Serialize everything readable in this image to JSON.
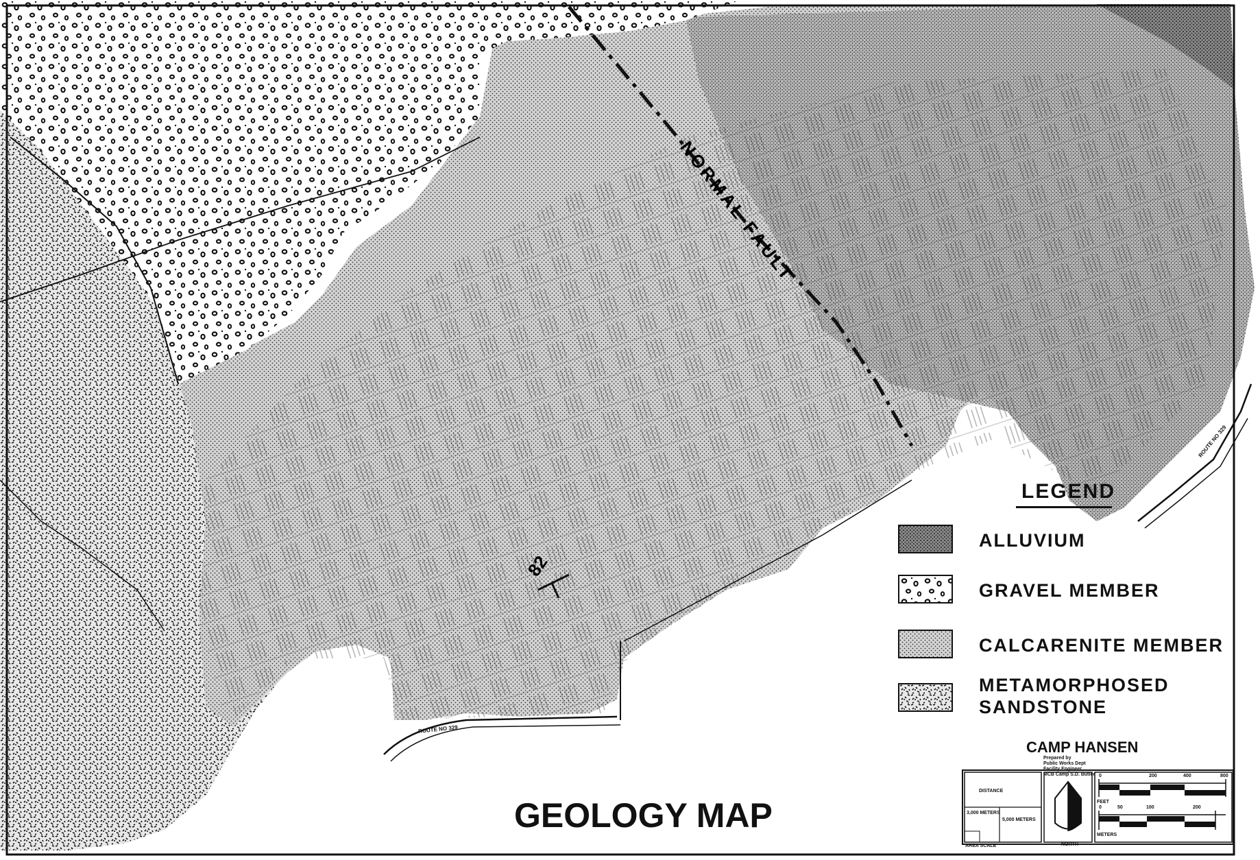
{
  "map": {
    "title": "GEOLOGY MAP",
    "fault_label": "NORMAL FAULT",
    "dip_value": "82"
  },
  "legend": {
    "title": "LEGEND",
    "items": [
      {
        "label": "ALLUVIUM",
        "pattern": "dense-dark-stipple"
      },
      {
        "label": "GRAVEL MEMBER",
        "pattern": "open-circles"
      },
      {
        "label": "CALCARENITE MEMBER",
        "pattern": "fine-dot-stipple"
      },
      {
        "label": "METAMORPHOSED SANDSTONE",
        "line1": "METAMORPHOSED",
        "line2": "SANDSTONE",
        "pattern": "coarse-dash-stipple"
      }
    ]
  },
  "title_block": {
    "installation": "CAMP HANSEN",
    "prepared_by": [
      "Prepared by",
      "Public Works Dept",
      "Facility Engineer",
      "MCB Camp S.D. Butler"
    ],
    "area_table_header": "DISTANCE",
    "area_cells": [
      "3,000 METERS",
      "5,000 METERS"
    ],
    "area_scale_label": "AREA SCALE",
    "north_label": "NORTH",
    "scale_feet_label": "FEET",
    "scale_meters_label": "METERS",
    "feet_ticks": [
      "0",
      "200",
      "400",
      "800"
    ],
    "meter_ticks": [
      "0",
      "50",
      "100",
      "200"
    ]
  },
  "route_labels": [
    "ROUTE NO 329",
    "ROUTE NO 329"
  ],
  "colors": {
    "ink": "#111111",
    "paper": "#ffffff"
  }
}
